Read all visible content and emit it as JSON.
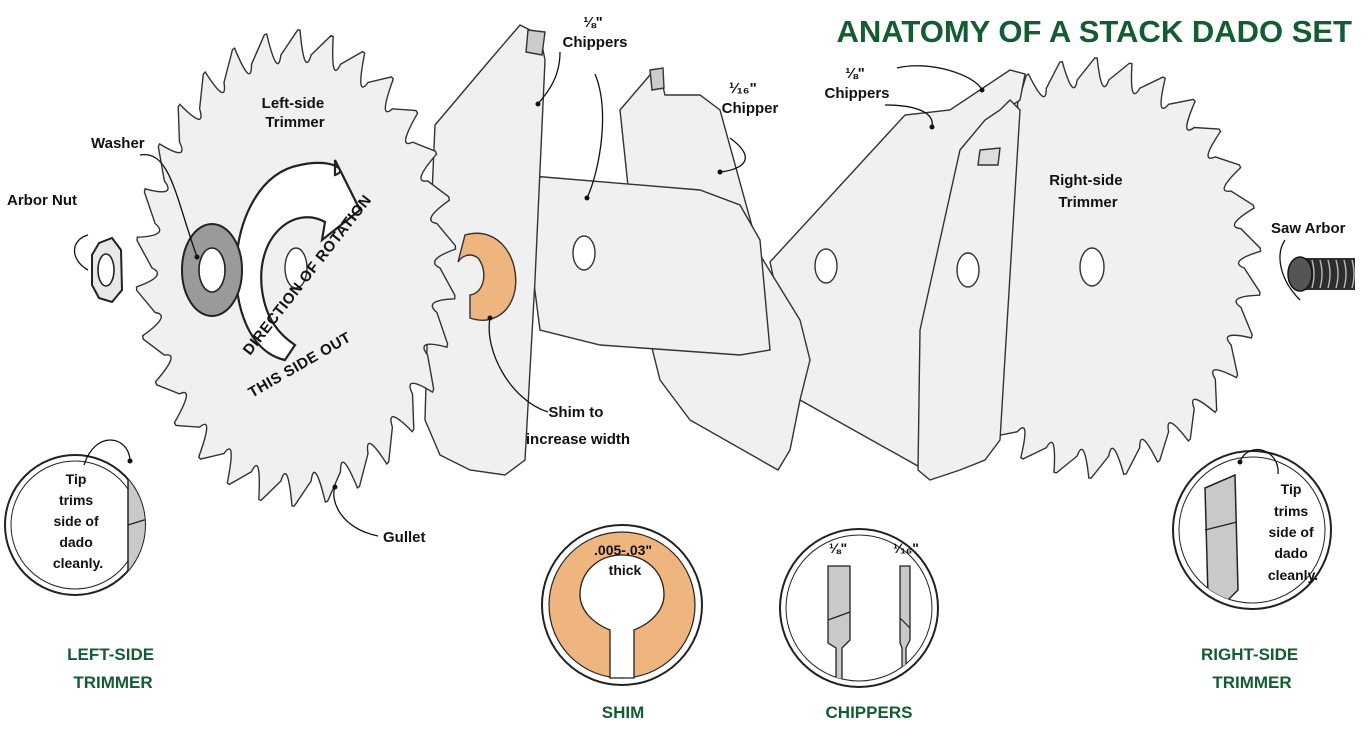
{
  "title": "ANATOMY OF A STACK DADO SET",
  "colors": {
    "title_green": "#145c32",
    "shim_fill": "#efb57f",
    "blade_fill": "#f0f0f0",
    "washer_fill": "#9a9a9a",
    "chipper_tip": "#c9c9c9"
  },
  "labels": {
    "arbor_nut": "Arbor Nut",
    "washer": "Washer",
    "left_trimmer": [
      "Left-side",
      "Trimmer"
    ],
    "rotation": [
      "DIRECTION OF ROTATION",
      "THIS SIDE OUT"
    ],
    "gullet": "Gullet",
    "shim_callout": [
      "Shim to",
      "increase width"
    ],
    "chippers_eighth_top": [
      "⅛\"",
      "Chippers"
    ],
    "chipper_sixteenth": [
      "¹⁄₁₆\"",
      "Chipper"
    ],
    "chippers_eighth_right": [
      "⅛\"",
      "Chippers"
    ],
    "right_trimmer": [
      "Right-side",
      "Trimmer"
    ],
    "saw_arbor": "Saw Arbor"
  },
  "insets": {
    "left": {
      "text": [
        "Tip",
        "trims",
        "side of",
        "dado",
        "cleanly."
      ],
      "caption": [
        "LEFT-SIDE",
        "TRIMMER"
      ]
    },
    "shim": {
      "text": [
        ".005-.03\"",
        "thick"
      ],
      "caption": "SHIM"
    },
    "chippers": {
      "text": [
        "⅛\"",
        "¹⁄₁₆\""
      ],
      "caption": "CHIPPERS"
    },
    "right": {
      "text": [
        "Tip",
        "trims",
        "side of",
        "dado",
        "cleanly."
      ],
      "caption": [
        "RIGHT-SIDE",
        "TRIMMER"
      ]
    }
  }
}
